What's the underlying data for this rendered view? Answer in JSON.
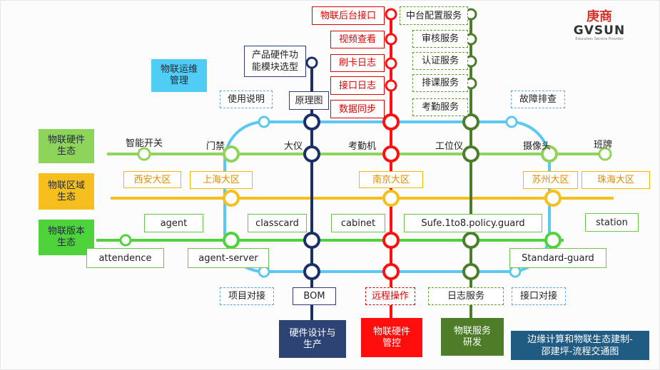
{
  "logo": {
    "cn": "庚商",
    "en": "GVSUN",
    "tag": "Education Service Provider"
  },
  "ecosystems": {
    "ops": "物联运维\n管理",
    "hardware": "物联硬件\n生态",
    "region": "物联区域\n生态",
    "version": "物联版本\n生态"
  },
  "hardware_line": {
    "stations": [
      "智能开关",
      "门禁",
      "大仪",
      "考勤机",
      "工位仪",
      "摄像头",
      "班牌"
    ]
  },
  "region_line": {
    "stations": [
      "西安大区",
      "上海大区",
      "南京大区",
      "苏州大区",
      "珠海大区"
    ]
  },
  "version_line": {
    "stations": [
      "agent",
      "classcard",
      "cabinet",
      "Sufe.1to8.policy.guard",
      "station",
      "attendence",
      "agent-server",
      "Standard-guard"
    ]
  },
  "blue_line": {
    "top_left": "使用说明",
    "top_right": "故障排查",
    "bottom_left": "项目对接",
    "bottom_right": "接口对接"
  },
  "navy_line": {
    "top": "产品硬件功\n能模块选型",
    "upper": "原理图",
    "bottom": "BOM",
    "terminal": "硬件设计与\n生产"
  },
  "red_line": {
    "stations": [
      "物联后台接口",
      "视频查看",
      "刷卡日志",
      "接口日志",
      "数据同步",
      "远程操作"
    ],
    "terminal": "物联硬件\n管控"
  },
  "green_line": {
    "stations": [
      "中台配置服务",
      "审核服务",
      "认证服务",
      "排课服务",
      "考勤服务",
      "日志服务"
    ],
    "terminal": "物联服务\n研发"
  },
  "caption": "边缘计算和物联生态建制-\n邵建坪-流程交通图",
  "colors": {
    "hardware": "#8ed35a",
    "region": "#f7bf1e",
    "version": "#4ed33b",
    "ops": "#4fcdf5",
    "navy": "#1c2f66",
    "red": "#ff1010",
    "green": "#4e7d2a",
    "caption": "#1f5b82"
  }
}
